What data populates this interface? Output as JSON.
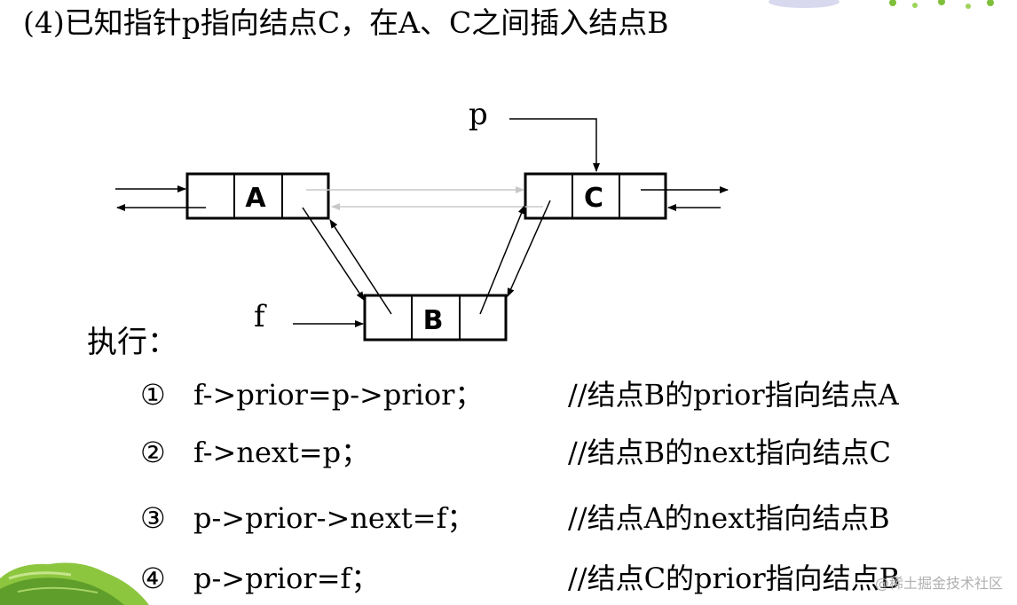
{
  "title": "(4)已知指针p指向结点C，在A、C之间插入结点B",
  "diagram": {
    "nodes": [
      {
        "id": "A",
        "label": "A"
      },
      {
        "id": "C",
        "label": "C"
      },
      {
        "id": "B",
        "label": "B"
      }
    ],
    "pointers": {
      "p": "p",
      "f": "f"
    }
  },
  "exec_label": "执行：",
  "steps": [
    {
      "num": "①",
      "code": "f->prior=p->prior；",
      "comment": "//结点B的prior指向结点A"
    },
    {
      "num": "②",
      "code": "f->next=p；",
      "comment": "//结点B的next指向结点C"
    },
    {
      "num": "③",
      "code": "p->prior->next=f；",
      "comment": "//结点A的next指向结点B"
    },
    {
      "num": "④",
      "code": "p->prior=f；",
      "comment": "//结点C的prior指向结点B"
    }
  ],
  "watermark": "@稀土掘金技术社区",
  "colors": {
    "line": "#000000",
    "faint_arrow": "#c8c8c8",
    "leaf_green": "#7fbf3a"
  }
}
